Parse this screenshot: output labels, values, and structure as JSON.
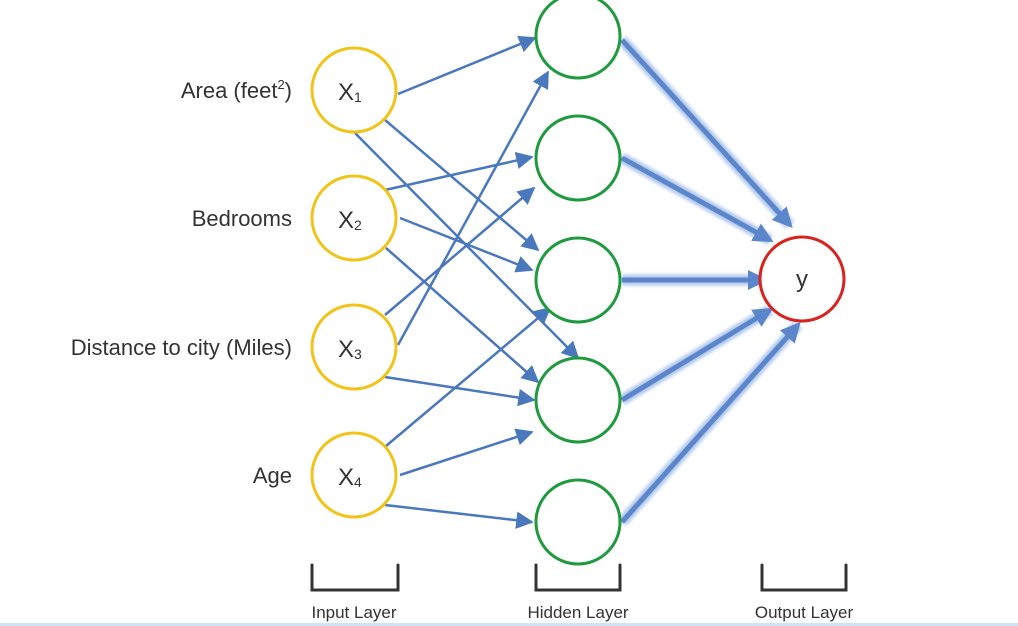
{
  "features": [
    {
      "text": "Area (feet",
      "sup": "2",
      "tail": ")"
    },
    {
      "text": "Bedrooms",
      "sup": "",
      "tail": ""
    },
    {
      "text": "Distance to city (Miles)",
      "sup": "",
      "tail": ""
    },
    {
      "text": "Age",
      "sup": "",
      "tail": ""
    }
  ],
  "input_nodes": [
    {
      "main": "X",
      "sub": "1"
    },
    {
      "main": "X",
      "sub": "2"
    },
    {
      "main": "X",
      "sub": "3"
    },
    {
      "main": "X",
      "sub": "4"
    }
  ],
  "output_node": {
    "label": "y"
  },
  "layer_labels": {
    "input": "Input Layer",
    "hidden": "Hidden Layer",
    "output": "Output Layer"
  },
  "colors": {
    "input_stroke": "#f0c419",
    "hidden_stroke": "#1f9a3e",
    "output_stroke": "#d9231f",
    "edge": "#4a78bd",
    "edge_thick": "#6f97d6",
    "bracket": "#333333",
    "text": "#333333"
  }
}
